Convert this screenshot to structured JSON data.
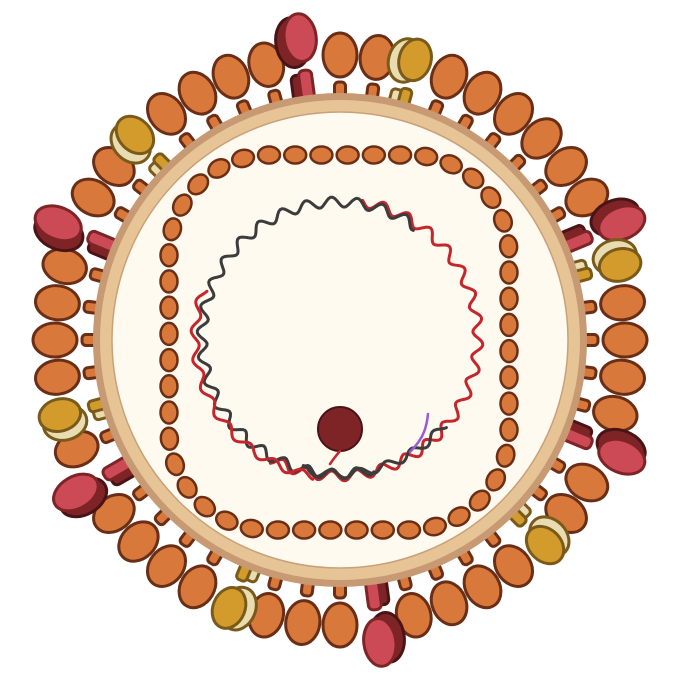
{
  "figure": {
    "subject": "coronavirus-virion-schematic",
    "labels": []
  },
  "palette": {
    "background": "#ffffff",
    "capsule_outer": "#c79a73",
    "capsule_ring": "#e7c496",
    "capsule_interior": "#fffaf0",
    "spike_fill": "#d8783a",
    "spike_stroke": "#6a2e16",
    "red_spike_fill": "#cc4a55",
    "red_spike_shadow": "#7e2427",
    "gold_spike_fill": "#d29b2b",
    "gold_spike_shadow": "#e9dcb0",
    "gold_spike_stroke": "#7a5a1a",
    "bead_fill": "#d8783a",
    "bead_stroke": "#6a2e16",
    "rna_red": "#c4262c",
    "rna_dark": "#3c3c3c",
    "core_dot": "#7e2427",
    "tail_purple": "#9a5ad8"
  },
  "components": {
    "spike_glycoprotein": {
      "kind": "orange-spike",
      "count": 36
    },
    "hemagglutinin_esterase": {
      "kind": "gold-spike",
      "count": 6
    },
    "membrane_protein": {
      "kind": "red-spike",
      "count": 6
    },
    "nucleocapsid_beads": {
      "count": 48
    },
    "rna_genome": {
      "strands": 2
    },
    "core_particle": {
      "count": 1
    },
    "cap_tail": {
      "count": 1
    }
  }
}
